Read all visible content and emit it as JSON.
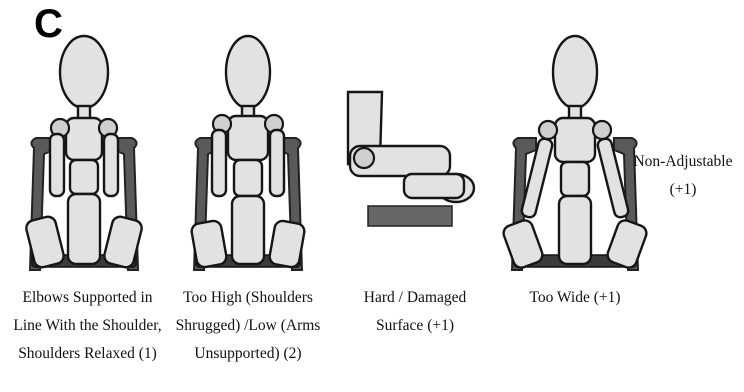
{
  "panel_label": "C",
  "items": [
    {
      "caption_lines": [
        "Elbows Supported in",
        "Line With the Shoulder,",
        "Shoulders Relaxed  (1)"
      ]
    },
    {
      "caption_lines": [
        "Too High (Shoulders",
        "Shrugged) /Low (Arms",
        "Unsupported) (2)"
      ]
    },
    {
      "caption_lines": [
        "Hard / Damaged",
        "Surface (+1)"
      ]
    },
    {
      "caption_lines": [
        "Too Wide (+1)"
      ]
    }
  ],
  "extra_label_lines": [
    "Non-Adjustable",
    "(+1)"
  ]
}
